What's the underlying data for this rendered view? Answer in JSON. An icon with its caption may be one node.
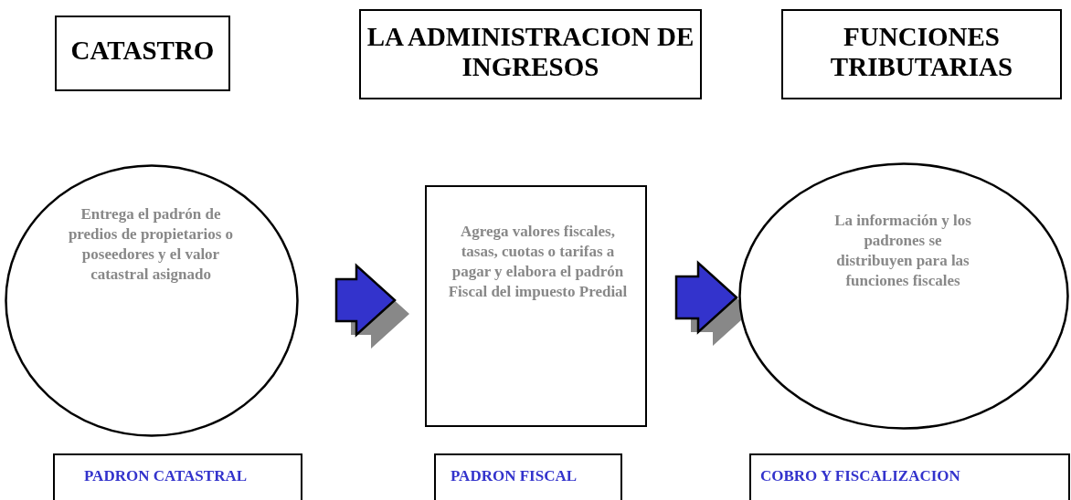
{
  "diagram": {
    "nodes": [
      {
        "text": [
          "CATASTRO"
        ]
      },
      {
        "text": [
          "LA ADMINISTRACION DE INGRESOS"
        ]
      },
      {
        "text": [
          "FUNCIONES TRIBUTARIAS"
        ]
      },
      {
        "text": [
          "Entrega el padrón de predios de propietarios o poseedores y el valor catastral asignado"
        ]
      },
      {
        "text": [
          "Agrega valores fiscales, tasas, cuotas o tarifas a pagar y elabora el padrón Fiscal del impuesto Predial"
        ]
      },
      {
        "text": [
          "La información y los padrones se distribuyen para las funciones fiscales"
        ]
      },
      {
        "text": [
          "PADRON CATASTRAL"
        ]
      },
      {
        "text": [
          "PADRON FISCAL"
        ]
      },
      {
        "text": [
          "COBRO Y FISCALIZACION"
        ]
      }
    ],
    "edges": [
      {
        "from": 3,
        "to": 4,
        "arrow": "to"
      },
      {
        "from": 4,
        "to": 5,
        "arrow": "to"
      }
    ]
  }
}
